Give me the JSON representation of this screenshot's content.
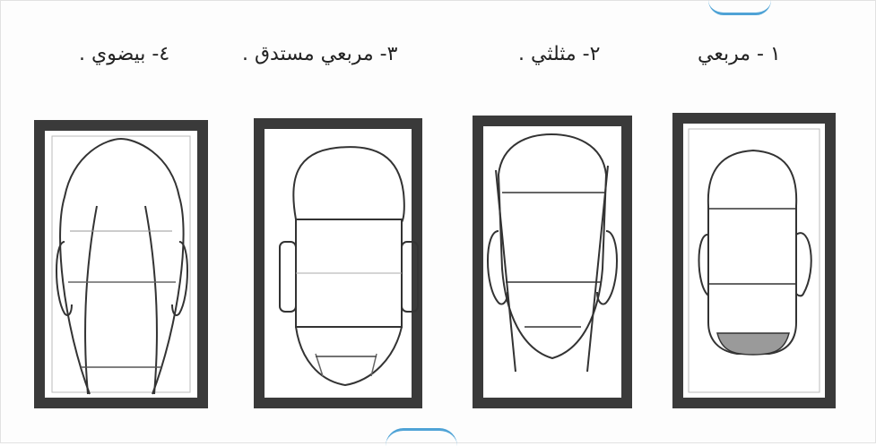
{
  "captions": {
    "shape_1": "١ - مربعي",
    "shape_2": "٢- مثلثي .",
    "shape_3": "٣- مربعي مستدق .",
    "shape_4": "٤- بيضوي ."
  },
  "colors": {
    "frame": "#3a3a3a",
    "line": "#333333",
    "accent": "#4fa3d6"
  }
}
